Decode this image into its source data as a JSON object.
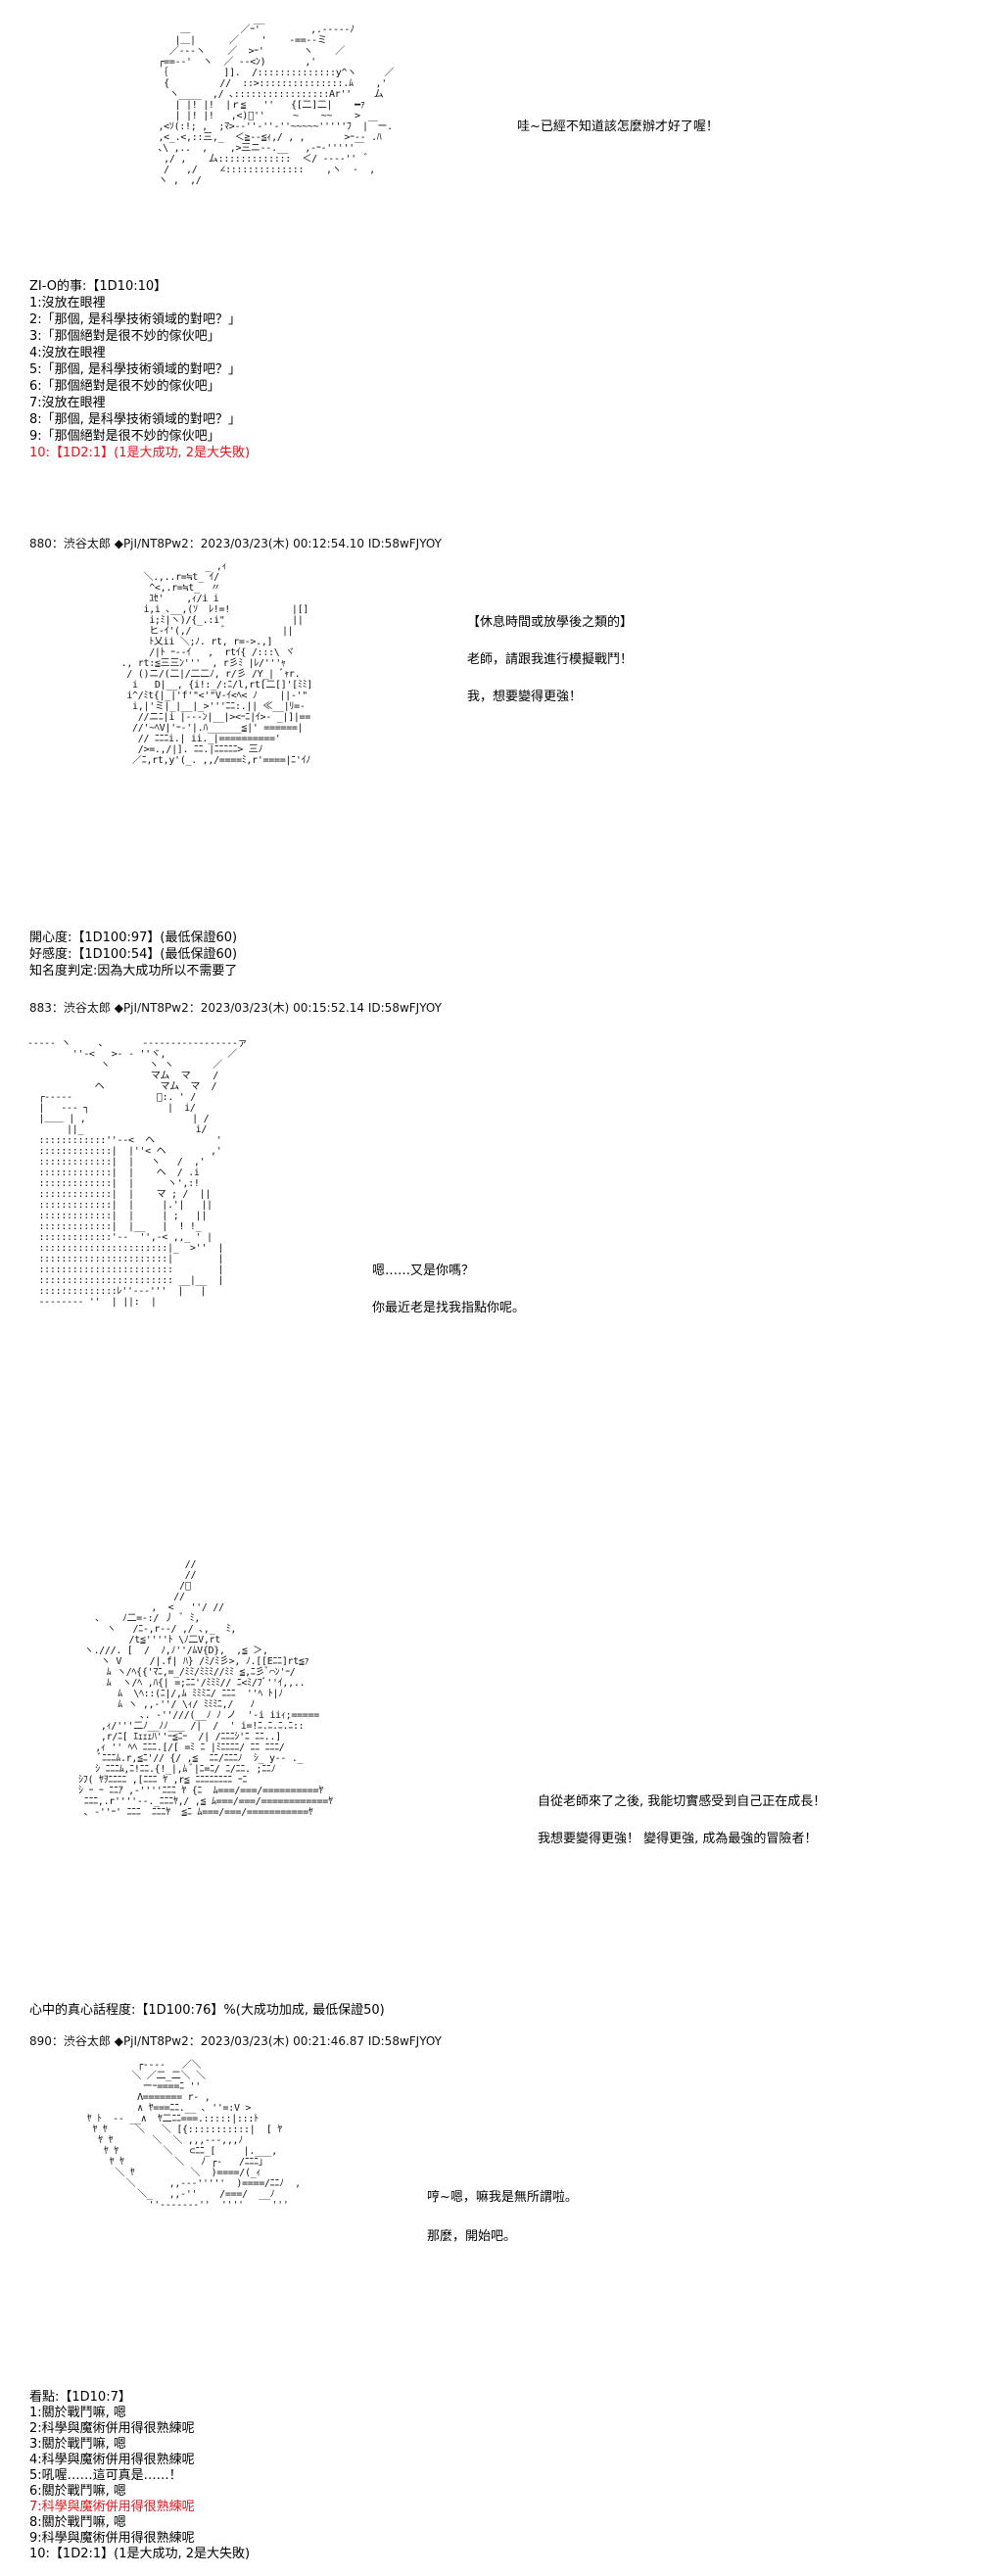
{
  "scene1": {
    "aa": "                   __\n      ＿         ／ｰ'         ,.-‐‐-‐ﾉ\n     |＿|      ／    '    ‐==‐‐ミ\n    ／--‐ヽ    ／  >ｰ'       ヽ    ／\n  ┌==-‐'  ヽ  ／ -‐<ﾝ)       ,'\n  ｛          ]].  /::::::::::::::y^ヽ     ／\n   {         //  ::>:::::::::::::::.ﾑ    ,'\n    ヽ____  ,/ ､:::::::::::::::::Ar''    ム\n     | |! |!  |ｒ≦   ''   {[二]二|    ━ｧ\n     | |! |!   ,<)ﾞ''     ~    ~~    >\n  ,<ｿ(:!; ,  ;ﾏ>-‐''‐''‐''~~~~~'''''ﾌ  |￣ー.\n  ,<_.<,::三,_  ＜≧-‐≦ｨ,/ , ,       >ｰ-‐ .ﾊ\n  ､\\ ,..  ,    ,>三ニ--.__   ,-ｰ‐'''''￣\n   ,/ ,    ム:::::::::::::  ＜/ --‐‐''  ﾞ\n   /   ,/    ∠::::::::::::::    ,ヽ  ‐  ,\n  ヽ ,  ,/\n",
    "dialogue": "哇~已經不知道該怎麼辦才好了喔！"
  },
  "roll1": {
    "lines": [
      "ZI-O的事:【1D10:10】",
      "1:沒放在眼裡",
      "2:「那個, 是科學技術領域的對吧？」",
      "3:「那個絕對是很不妙的傢伙吧」",
      "4:沒放在眼裡",
      "5:「那個, 是科學技術領域的對吧？」",
      "6:「那個絕對是很不妙的傢伙吧」",
      "7:沒放在眼裡",
      "8:「那個, 是科學技術領域的對吧？」",
      "9:「那個絕對是很不妙的傢伙吧」"
    ],
    "red_line": "10:【1D2:1】(1是大成功, 2是大失敗)"
  },
  "post880a": {
    "header": "880：渋谷太郎 ◆PjI/NT8Pw2：2023/03/23(木) 00:12:54.10 ID:58wFJYOY",
    "aa": "                    _ ,ｨ\n         ＼.,..r=≒t_ ｲ/\n          ^<,.r=≒t_  〃\n          ﾕｾ'    ,ｨ/i i\n         i,i ､__,(ｿ  ﾚ!=!           |[]\n          i;ﾐ|ヽ)/{_.:i\"            ||\n          ヒ-ｲ'(,/      ﾞ          ||\n          ﾄ乂ii ＼;ﾉ. rt, r=->.,] \n          /|ﾄ ｰ--ｲ   ,  rtｲ{ /:::\\ ヾ\n     ., rt:≦三三ﾝ'''  , r彡ﾐ |ﾚ/'''ｬ\n      / ()ニ/(二|/二二ﾉ, r/彡 /Y_| ﾞｬr.\n       i   D|__, {i!:_/:ﾆ/l,rt[二[]'[ﾐﾐ]\n      i^/ﾐt{|_|'f'\"<'\"V-ｲ<ﾍ< ﾉ    ||-'\"\n       i,|'ミ|_|__|_>'''ﾆﾆ:.|| ≪__|ﾘ=-\n        //ニﾆ|i |---ﾝ|__|><ｰﾆ|ｲ>- _|]|==\n       //'~ﾍV|'ｰ-'|.ﾊ______≦|' ======|\n        // ﾆﾆﾆi.| ii._|=========='\n        />=.,/|]. ﾆﾆ.|ﾆﾆﾆﾆﾆ> 三ﾉ\n       ／ﾆ,rt,y'(_. ,,/====ﾐ,r'====|ﾆ'ｲﾉ\n",
    "dialogue": [
      "【休息時間或放學後之類的】",
      "老師，請跟我進行模擬戰鬥！",
      "我，想要變得更強！"
    ],
    "stats": [
      "開心度:【1D100:97】(最低保證60)",
      "好感度:【1D100:54】(最低保證60)",
      "知名度判定:因為大成功所以不需要了"
    ]
  },
  "post883": {
    "header": "883：渋谷太郎 ◆PjI/NT8Pw2：2023/03/23(木) 00:15:52.14 ID:58wFJYOY",
    "aa": "‐‐‐‐‐ ヽ     ､       ‐‐‐‐‐‐‐‐‐‐‐‐‐‐‐‐‐ァ\n        ''-<   >- ‐ ''ヾ,           ／\n             ヽ       ヽ ヽ       ／\n                      マム  マ    /\n            ヘ          マム  マ  /\n  ┌‐‐‐‐‐               ﾞ:. ' /\n  |   ‐‐‐ ┐              |  i/\n  |＿＿ | ,                   | /\n       ||_                    i/\n  ::::::::::::''‐-<  ヘ           '\n  :::::::::::::|  |''< ヘ        ,'\n  :::::::::::::|  |   ヽ   /  ,'\n  :::::::::::::|  |    ヘ  / .i\n  :::::::::::::|  |      ヽ',:!\n  :::::::::::::|  |    マ ; /  ||\n  :::::::::::::|  |     |.'|   ||\n  :::::::::::::|  |     | ;   ||\n  :::::::::::::|  |__   |  ! !_\n  :::::::::::::'-‐  '',-< ,,_ ' |\n  :::::::::::::::::::::::|_  >''  |\n  :::::::::::::::::::::::|        |\n  ::::::::::::::::::::::::        |\n  :::::::::::::::::::::::: __|__  |\n  ::::::::::::::ﾚ''‐‐‐'''  |   |\n  ‐‐‐‐‐‐-‐ ''  | ||:  |\n",
    "dialogue": [
      "嗯……又是你嗎？",
      "你最近老是找我指點你呢。"
    ]
  },
  "scene4": {
    "aa": "                          //\n                          //\n                         /ﾞ\n                        //\n                    ,  <   ''/ //\n          ､    ﾉ二=-:/ 丿 ﾞ ﾐ,\n            ヽ   /ﾆ-,r-‐/ ,/ ､,_  ﾐ,\n                /t≦''''ﾄ \\ﾉ二V,rt\n        ヽ.///. [  /  ﾉ,ﾉ''/ﾑV{D},  ,≦ ＞,\n           ヽ V     /|.f| ﾊ} /ﾐ/ﾐ彡>, ﾉ.[[Eﾆﾆ]rt≦ｧ\n            ﾑ ヽ/ﾍ{{'ﾏﾆ,=_/ﾐﾐ/ﾐﾐﾐ//ﾐﾐ ≦,ﾆ彡ﾞ⌒ﾝ'ｰ/\n            ﾑ  ヽ/ﾍ ,ﾊ{| =;ﾆﾆ'/ﾐﾐﾐ// ﾆ<ﾐ/ﾌﾞ''ｲ,,.. \n              ﾑ  \\ﾍ::(ﾆ|/,ﾑ ﾐﾐﾐﾆ/ ﾆﾆﾆ  ''ﾍ ﾄ|ﾉ\n              ﾑ ヽ ,,-''/ \\ｨ/ ﾐﾐﾐﾆ,/   ﾉ   \n                  ､. ‐''///(__ﾉ ﾉ ノ  '‐i iiｨ;=====\n           ,ｨ/'''二ﾉ__ﾉﾉ___ /|  /  ' i=!ﾆ.ﾆ.ﾆ.ﾆ::\n           ,r/ﾆ[ ｴｪｪｪﾊ''ｰ≦ﾆｰ  /| /ﾆﾆﾆｼ'ﾆ ﾆﾆ..]\n          ,ｨ '' ﾍﾍ ﾆﾆﾆ.[/[ =ﾐ ﾆ |ﾐﾆﾆﾆﾆ/ ﾆﾆ ﾆﾆﾆ/\n           ﾞﾆﾆﾆﾑ.r,≦ﾆ'// {/ ,≦  ﾆﾆ/ﾆﾆﾆﾉ  ｼ_ y-- ._\n          ｼ ﾆﾆﾆﾑ,ﾆ!ﾆﾆ.{!_|,ﾑ ﾞ|ﾆ=ﾆ/ ﾆ/ﾆﾆ. ;ﾆﾆﾉ\n       ｼﾌ( ﾔｦﾆﾆﾆﾆ ,[ﾆﾆﾆ ﾔ ,r≦ ﾆﾆﾆﾆﾆﾆﾆﾆ ｰﾆ\n       ｼ ｰ ｰ ﾆﾆｱ ,-''''ﾆﾆﾆ ﾔ {ﾆ  ﾑ===/===/==========ﾔ\n        ﾆﾆﾆ,.r''''‐-._ﾆﾆﾆﾔ,/ ,≦ ﾑ===/===/============ﾔ\n        ､ ‐''ｰ' ﾆﾆﾆ  ﾆﾆﾆﾔ  ≦ﾆ ﾑ===/===/===========ﾔ\n",
    "dialogue": [
      "自從老師來了之後, 我能切實感受到自己正在成長！",
      "我想要變得更強！  變得更強, 成為最強的冒險者！"
    ],
    "stat": "心中的真心話程度:【1D100:76】%(大成功加成, 最低保證50)"
  },
  "post890": {
    "header": "890：渋谷太郎 ◆PjI/NT8Pw2：2023/03/23(木) 00:21:46.87 ID:58wFJYOY",
    "aa": "              ┌‐‐‐-   ／＼\n             ＼ ／二_二＼ ＼\n               ーｰ====ﾆ ''\n              Λ======= r- ,\n              ∧ ﾔ===ﾆﾆ.__ ､ ''=:V >\n     ﾔ ﾄ  ‐‐ __∧  ﾔ二ﾆﾆ===.:::::|:::ﾄ\n      ﾔ ﾔ     ＼   ＼ [{:::::::::::|  [ ﾔ\n       ﾔ ﾔ       ＼  ＼ ,,,---,,,ﾉ\n        ﾔ ﾔ        ＼   ⊂ﾆﾆ_[     |.___,\n         ﾔ ﾔ         ＼   ﾉ ┌‐   /ﾆﾆﾆ｣\n          ＼ ﾔ          ＼  )====/(_ｨ  \n            ＼      ,,---'''''  )====/ﾆﾆﾉ  ,\n              ＼_   ,,-''    /===/  __ﾉ\n                ''-------''  ''''     '''\n",
    "dialogue": [
      "哼~嗯，嘛我是無所謂啦。",
      "那麼，開始吧。"
    ]
  },
  "roll2": {
    "lines": [
      "看點:【1D10:7】",
      "1:關於戰鬥嘛, 嗯",
      "2:科學與魔術併用得很熟練呢",
      "3:關於戰鬥嘛, 嗯",
      "4:科學與魔術併用得很熟練呢",
      "5:吼喔……這可真是……！",
      "6:關於戰鬥嘛, 嗯"
    ],
    "red_line": "7:科學與魔術併用得很熟練呢",
    "lines_after": [
      "8:關於戰鬥嘛, 嗯",
      "9:科學與魔術併用得很熟練呢",
      "10:【1D2:1】(1是大成功, 2是大失敗)"
    ]
  }
}
